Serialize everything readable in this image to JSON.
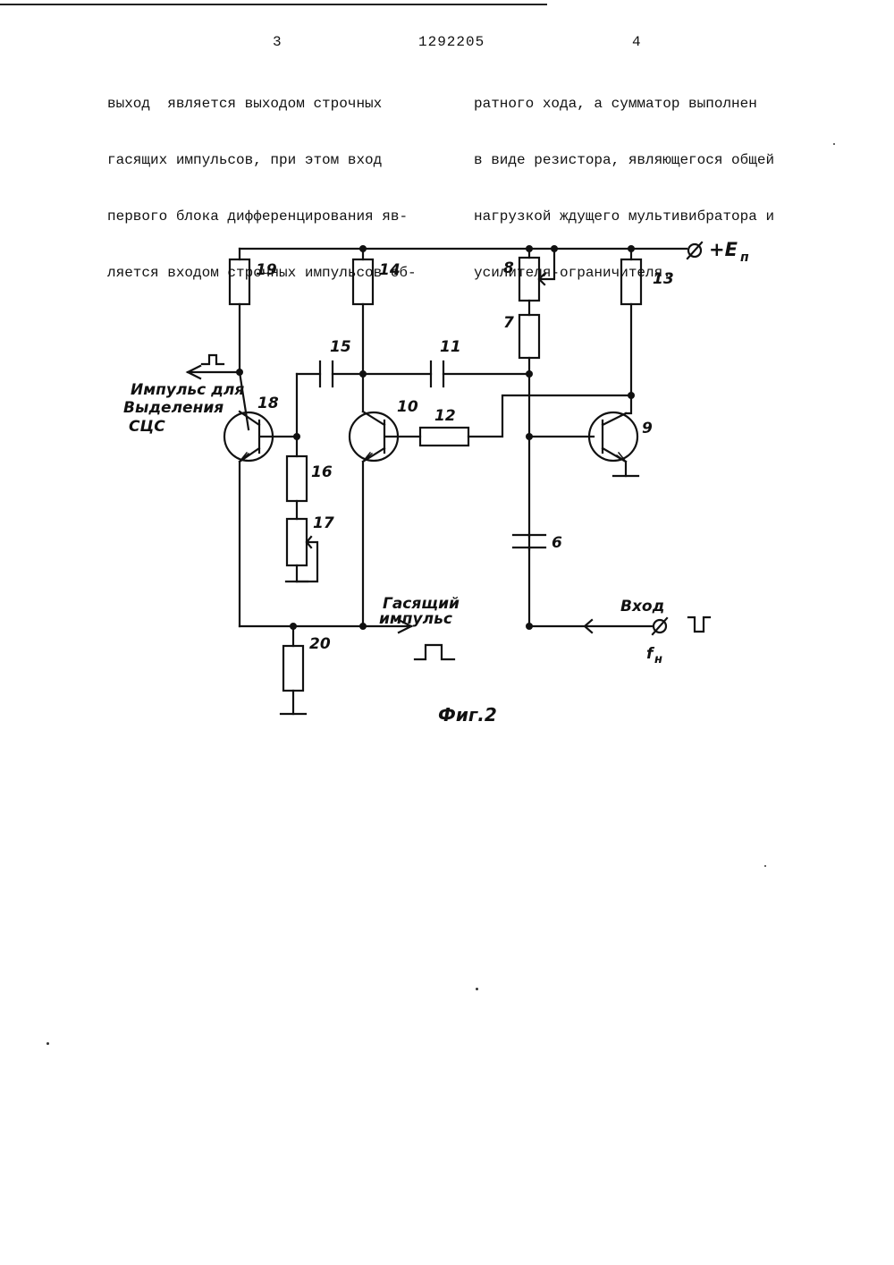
{
  "header": {
    "page_left": "3",
    "doc_number": "1292205",
    "page_right": "4"
  },
  "text": {
    "left_lines": [
      "выход  является выходом строчных",
      "гасящих импульсов, при этом вход",
      "первого блока дифференцирования яв-",
      "ляется входом строчных импульсов об-"
    ],
    "right_lines": [
      "ратного хода, а сумматор выполнен",
      "в виде резистора, являющегося общей",
      "нагрузкой ждущего мультивибратора и",
      "усилителя-ограничителя."
    ]
  },
  "diagram": {
    "components": {
      "r19": "19",
      "r14": "14",
      "r8": "8",
      "r7": "7",
      "r13": "13",
      "c15": "15",
      "c11": "11",
      "r12": "12",
      "t18": "18",
      "t10": "10",
      "t9": "9",
      "r16": "16",
      "r17": "17",
      "c6": "6",
      "r20": "20"
    },
    "supply_label": "+E",
    "supply_subscript": "п",
    "sync_output_label": [
      "Импульс для",
      "Выделения",
      "СЦС"
    ],
    "blanking_output_label": [
      "Гасящий",
      "импульс"
    ],
    "input_label": "Вход",
    "input_freq_label": "f",
    "input_freq_subscript": "н",
    "caption": "Фиг.2"
  }
}
